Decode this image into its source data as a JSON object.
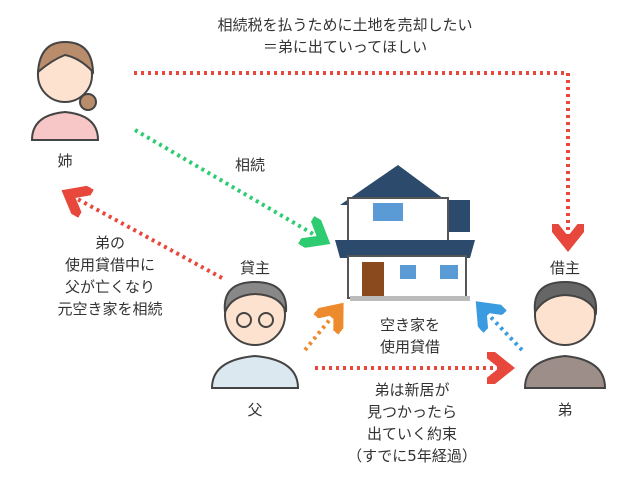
{
  "top_note": [
    "相続税を払うために土地を売却したい",
    "＝弟に出ていってほしい"
  ],
  "inherit_label": "相続",
  "left_note": [
    "弟の",
    "使用貸借中に",
    "父が亡くなり",
    "元空き家を相続"
  ],
  "center_note": [
    "空き家を",
    "使用貸借"
  ],
  "bottom_note": [
    "弟は新居が",
    "見つかったら",
    "出ていく約束",
    "（すでに5年経過）"
  ],
  "people": {
    "sister": {
      "label": "姉"
    },
    "father": {
      "role": "貸主",
      "label": "父"
    },
    "brother": {
      "role": "借主",
      "label": "弟"
    }
  },
  "colors": {
    "red": "#e8473b",
    "green": "#2ecc71",
    "orange": "#ee8a2e",
    "blue": "#3a9be0"
  }
}
